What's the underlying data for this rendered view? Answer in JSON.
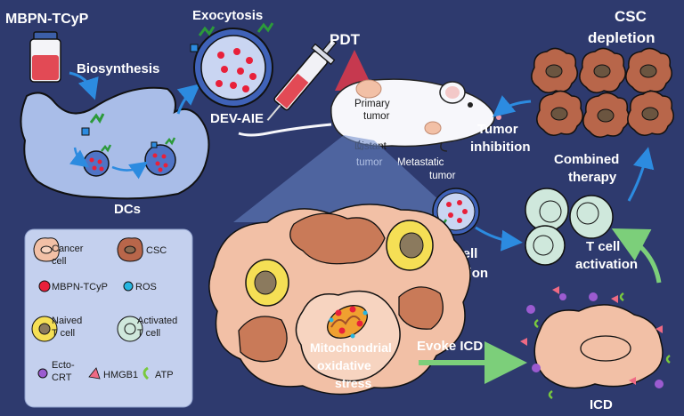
{
  "labels": {
    "mbpn_tcyp": "MBPN-TCyP",
    "exocytosis": "Exocytosis",
    "biosynthesis": "Biosynthesis",
    "dev_aie": "DEV-AIE",
    "dcs": "DCs",
    "pdt": "PDT",
    "primary_tumor_1": "Primary",
    "primary_tumor_2": "tumor",
    "distant_tumor_1": "Distant",
    "distant_tumor_2": "tumor",
    "metastatic_tumor_1": "Metastatic",
    "metastatic_tumor_2": "tumor",
    "csc_depletion_1": "CSC",
    "csc_depletion_2": "depletion",
    "tumor_inhibition_1": "Tumor",
    "tumor_inhibition_2": "inhibition",
    "combined_therapy_1": "Combined",
    "combined_therapy_2": "therapy",
    "t_cell_activation_a1": "T cell",
    "t_cell_activation_a2": "activation",
    "t_cell_activation_b1": "T cell",
    "t_cell_activation_b2": "activation",
    "mito_stress_1": "Mitochondrial",
    "mito_stress_2": "oxidative",
    "mito_stress_3": "stress",
    "evoke_icd": "Evoke ICD",
    "icd": "ICD"
  },
  "legend": {
    "cancer_cell_1": "Cancer",
    "cancer_cell_2": "cell",
    "csc": "CSC",
    "mbpn_tcyp": "MBPN-TCyP",
    "ros": "ROS",
    "naived_1": "Naived",
    "naived_2": "T cell",
    "activated_1": "Activated",
    "activated_2": "T cell",
    "ecto_1": "Ecto-",
    "ecto_2": "CRT",
    "hmgb1": "HMGB1",
    "atp": "ATP"
  },
  "colors": {
    "background": "#2e3a6e",
    "dc_cell": "#a9bde8",
    "cancer_cell": "#f2c0a6",
    "csc_cell": "#b8664a",
    "mbpn_dot": "#e8203a",
    "ros_dot": "#27b5e0",
    "naive_tcell": "#f5df55",
    "activated_tcell": "#cfe8dc",
    "ecto_crt": "#9b5bd0",
    "hmgb1": "#ef6a84",
    "atp": "#79c93e",
    "arrow_blue": "#2c8be0",
    "arrow_green": "#7ccf7a",
    "legend_bg": "#c4d0ee"
  }
}
